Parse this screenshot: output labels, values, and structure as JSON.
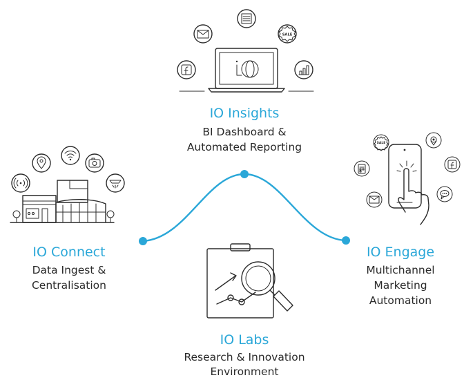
{
  "colors": {
    "accent": "#2aa7d8",
    "text": "#2a2a2a",
    "line": "#2b2b2b"
  },
  "nodes": {
    "insights": {
      "title": "IO Insights",
      "subtitle_lines": [
        "BI Dashboard &",
        "Automated Reporting"
      ]
    },
    "connect": {
      "title": "IO Connect",
      "subtitle_lines": [
        "Data Ingest &",
        "Centralisation"
      ]
    },
    "engage": {
      "title": "IO Engage",
      "subtitle_lines": [
        "Multichannel",
        "Marketing",
        "Automation"
      ]
    },
    "labs": {
      "title": "IO Labs",
      "subtitle_lines": [
        "Research & Innovation",
        "Environment"
      ]
    }
  },
  "icons": {
    "insights": [
      "mail-icon",
      "newsletter-icon",
      "sale-tag-icon",
      "facebook-icon",
      "bar-chart-icon",
      "laptop-icon",
      "io-logo-icon"
    ],
    "connect": [
      "location-pin-icon",
      "wifi-icon",
      "camera-icon",
      "broadcast-icon",
      "smoke-detector-icon",
      "shop-building-icon"
    ],
    "engage": [
      "sale-tag-icon",
      "location-icon",
      "calendar-icon",
      "facebook-icon",
      "mail-icon",
      "chat-icon",
      "smartphone-hand-icon"
    ],
    "labs": [
      "clipboard-icon",
      "magnifier-icon",
      "line-graph-icon"
    ]
  },
  "badges": {
    "sale": "SALE"
  }
}
